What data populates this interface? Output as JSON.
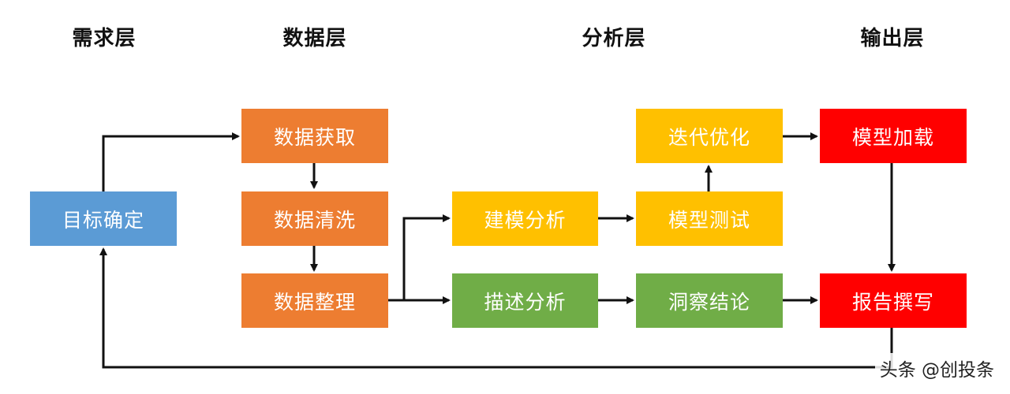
{
  "layers": {
    "demand": "需求层",
    "data": "数据层",
    "analysis": "分析层",
    "output": "输出层"
  },
  "nodes": {
    "goal": "目标确定",
    "acquire": "数据获取",
    "clean": "数据清洗",
    "organize": "数据整理",
    "modeling": "建模分析",
    "descriptive": "描述分析",
    "iterate": "迭代优化",
    "test": "模型测试",
    "insight": "洞察结论",
    "load": "模型加载",
    "report": "报告撰写"
  },
  "colors": {
    "blue": "#5b9bd5",
    "orange": "#ed7d31",
    "yellow": "#ffc000",
    "green": "#70ad47",
    "red": "#ff0000",
    "arrow": "#111111"
  },
  "watermark": "头条 @创投条"
}
